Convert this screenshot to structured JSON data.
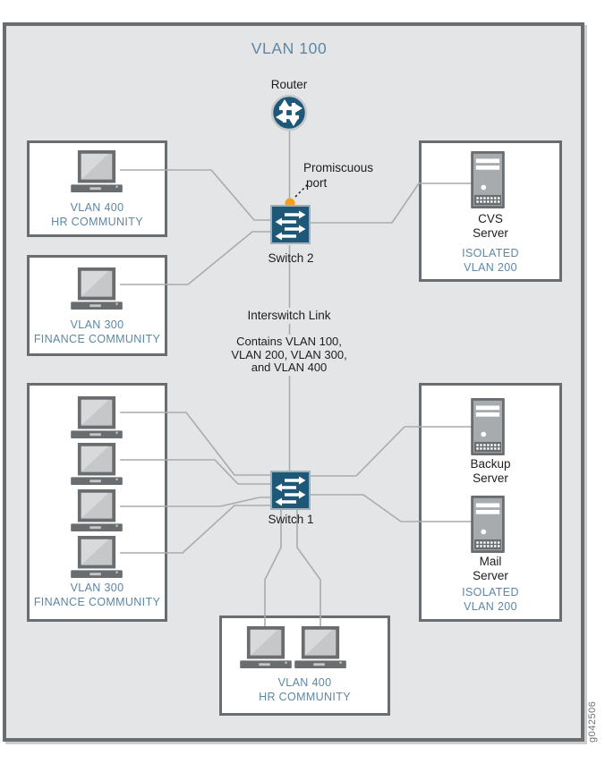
{
  "diagram": {
    "title": "VLAN 100",
    "watermark": "g042506",
    "colors": {
      "accent_blue": "#5d87a4",
      "node_blue": "#1e5878",
      "promiscuous_orange": "#f4a01c",
      "line_gray": "#a9abad",
      "frame_gray": "#6a6d6f",
      "canvas_gray": "#e4e5e7"
    },
    "nodes": {
      "router": {
        "label": "Router"
      },
      "switch2": {
        "label": "Switch 2"
      },
      "switch1": {
        "label": "Switch 1"
      }
    },
    "annotations": {
      "promiscuous_line1": "Promiscuous",
      "promiscuous_line2": "port",
      "interswitch": "Interswitch Link",
      "contains_line1": "Contains VLAN 100,",
      "contains_line2": "VLAN 200, VLAN 300,",
      "contains_line3": "and VLAN 400"
    },
    "groups": {
      "hr_top": {
        "line1": "VLAN 400",
        "line2": "HR COMMUNITY"
      },
      "finance_mid": {
        "line1": "VLAN 300",
        "line2": "FINANCE COMMUNITY"
      },
      "finance_bottom": {
        "line1": "VLAN 300",
        "line2": "FINANCE COMMUNITY"
      },
      "hr_bottom": {
        "line1": "VLAN 400",
        "line2": "HR COMMUNITY"
      },
      "cvs": {
        "name_line1": "CVS",
        "name_line2": "Server",
        "vlan_line1": "ISOLATED",
        "vlan_line2": "VLAN 200"
      },
      "servers": {
        "server1_line1": "Backup",
        "server1_line2": "Server",
        "server2_line1": "Mail",
        "server2_line2": "Server",
        "vlan_line1": "ISOLATED",
        "vlan_line2": "VLAN 200"
      }
    }
  }
}
